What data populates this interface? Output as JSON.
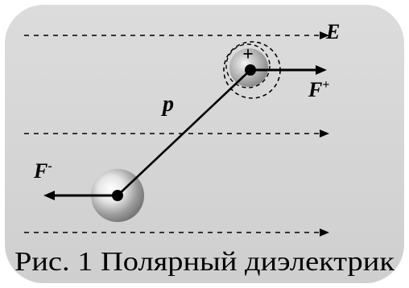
{
  "diagram": {
    "field_label": "E",
    "dipole_label": "p",
    "force_plus_label": "F",
    "force_plus_sup": "+",
    "force_minus_label": "F",
    "force_minus_sup": "-",
    "plus_charge_sign": "+",
    "caption": "Рис. 1 Полярный диэлектрик"
  }
}
